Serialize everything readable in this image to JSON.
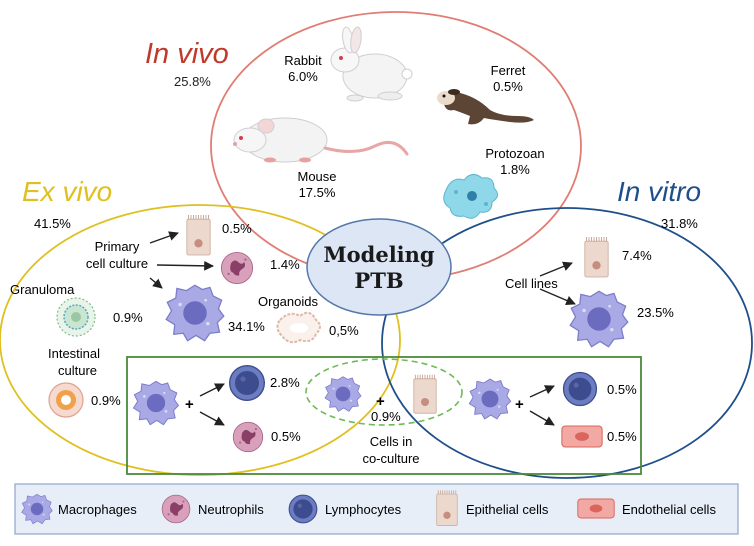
{
  "colors": {
    "in_vivo": "#c0392b",
    "ex_vivo": "#e0c020",
    "in_vitro": "#1f4f8a",
    "coculture_box": "#4a8a3a",
    "coculture_dash": "#6dbb55",
    "center_fill": "#dde6f5",
    "center_stroke": "#5577aa",
    "legend_fill": "#e8eef8",
    "legend_stroke": "#8fa5c8",
    "macrophage": "#a9a9e6",
    "macrophage_nucleus": "#6b6bc0",
    "neutrophil": "#c98aa8",
    "neutrophil_nucleus": "#8a3f66",
    "lymphocyte_outer": "#5a6bb0",
    "lymphocyte_inner": "#3c4c8f",
    "epithelial": "#ecd8cc",
    "epithelial_nucleus": "#c58e7e",
    "endothelial": "#f2a9a4",
    "endothelial_nucleus": "#d9655c"
  },
  "center": {
    "line1": "Modeling",
    "line2": "PTB"
  },
  "in_vivo": {
    "title": "In vivo",
    "percent": "25.8%",
    "items": [
      {
        "name": "Rabbit",
        "value": "6.0%",
        "icon": "rabbit-icon"
      },
      {
        "name": "Ferret",
        "value": "0.5%",
        "icon": "ferret-icon"
      },
      {
        "name": "Mouse",
        "value": "17.5%",
        "icon": "mouse-icon"
      },
      {
        "name": "Protozoan",
        "value": "1.8%",
        "icon": "protozoan-icon"
      }
    ]
  },
  "ex_vivo": {
    "title": "Ex vivo",
    "percent": "41.5%",
    "primary_label_1": "Primary",
    "primary_label_2": "cell culture",
    "primary_values": [
      "0.5%",
      "1.4%",
      "34.1%"
    ],
    "granuloma_label": "Granuloma",
    "granuloma_value": "0.9%",
    "organoids_label": "Organoids",
    "organoids_value": "0,5%",
    "intestinal_label_1": "Intestinal",
    "intestinal_label_2": "culture",
    "intestinal_value": "0.9%"
  },
  "in_vitro": {
    "title": "In vitro",
    "percent": "31.8%",
    "cell_lines_label": "Cell lines",
    "cell_lines_values": [
      "7.4%",
      "23.5%"
    ]
  },
  "coculture": {
    "left_values": [
      "2.8%",
      "0.5%"
    ],
    "center_value": "0.9%",
    "right_values": [
      "0.5%",
      "0.5%"
    ],
    "plus": "+",
    "label_1": "Cells in",
    "label_2": "co-culture"
  },
  "legend": [
    {
      "label": "Macrophages",
      "icon": "macrophage-icon"
    },
    {
      "label": "Neutrophils",
      "icon": "neutrophil-icon"
    },
    {
      "label": "Lymphocytes",
      "icon": "lymphocyte-icon"
    },
    {
      "label": "Epithelial cells",
      "icon": "epithelial-cell-icon"
    },
    {
      "label": "Endothelial cells",
      "icon": "endothelial-cell-icon"
    }
  ]
}
